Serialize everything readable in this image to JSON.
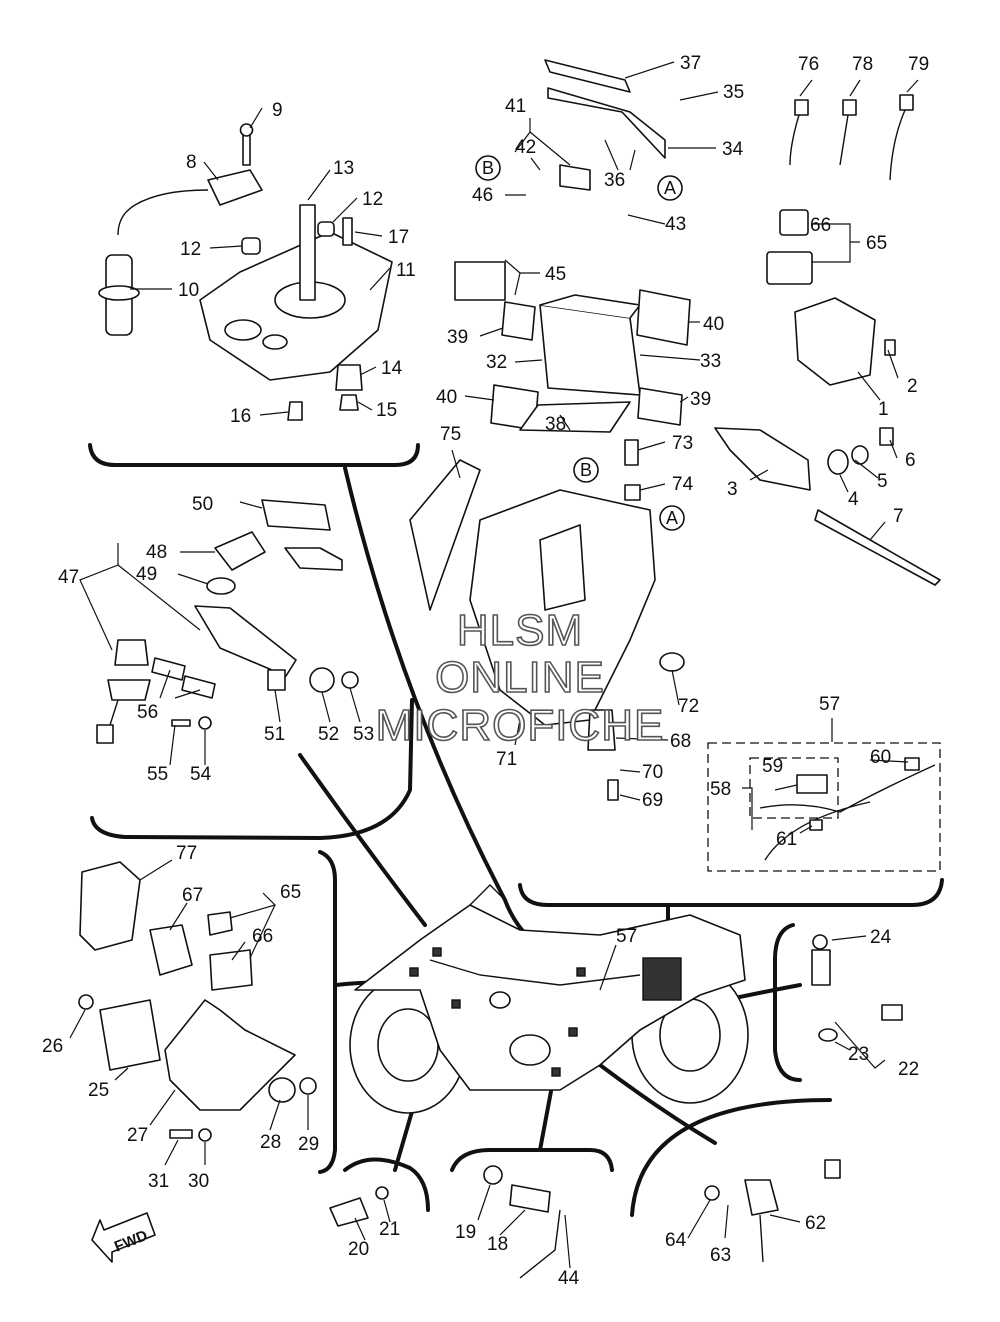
{
  "watermark": [
    "HLSM",
    "ONLINE",
    "MICROFICHE"
  ],
  "direction_label": "FWD",
  "ref_markers": [
    "A",
    "B"
  ],
  "callouts": [
    "1",
    "2",
    "3",
    "4",
    "5",
    "6",
    "7",
    "8",
    "9",
    "10",
    "11",
    "12",
    "13",
    "14",
    "15",
    "16",
    "17",
    "18",
    "19",
    "20",
    "21",
    "22",
    "23",
    "24",
    "25",
    "26",
    "27",
    "28",
    "29",
    "30",
    "31",
    "32",
    "33",
    "34",
    "35",
    "36",
    "37",
    "38",
    "39",
    "40",
    "41",
    "42",
    "43",
    "44",
    "45",
    "46",
    "47",
    "48",
    "49",
    "50",
    "51",
    "52",
    "53",
    "54",
    "55",
    "56",
    "57",
    "58",
    "59",
    "60",
    "61",
    "62",
    "63",
    "64",
    "65",
    "66",
    "67",
    "68",
    "69",
    "70",
    "71",
    "72",
    "73",
    "74",
    "75",
    "76",
    "77",
    "78",
    "79"
  ]
}
